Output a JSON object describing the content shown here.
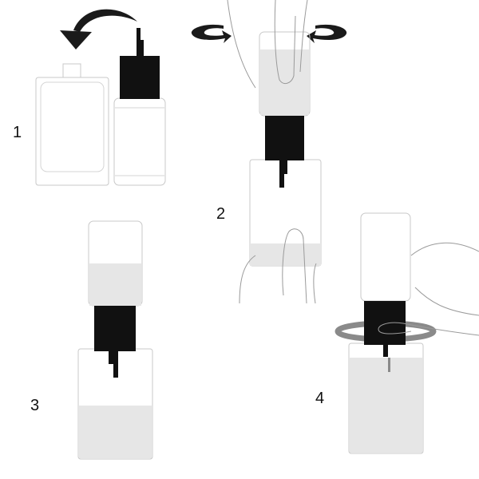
{
  "steps": [
    {
      "label": "1"
    },
    {
      "label": "2"
    },
    {
      "label": "3"
    },
    {
      "label": "4"
    }
  ],
  "colors": {
    "outline": "#c8c8c8",
    "liquid": "#e6e6e6",
    "cap": "#111111",
    "arrow": "#1a1a1a",
    "ring": "#8a8a8a",
    "hand": "#9a9a9a"
  }
}
